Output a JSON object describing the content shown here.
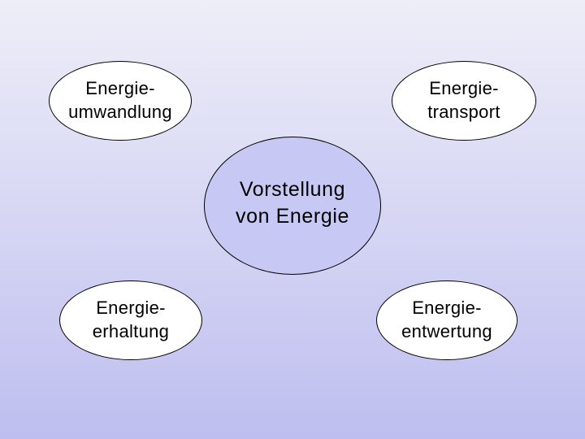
{
  "diagram": {
    "center": {
      "line1": "Vorstellung",
      "line2": "von Energie"
    },
    "nodes": {
      "top_left": {
        "line1": "Energie-",
        "line2": "umwandlung"
      },
      "top_right": {
        "line1": "Energie-",
        "line2": "transport"
      },
      "bottom_left": {
        "line1": "Energie-",
        "line2": "erhaltung"
      },
      "bottom_right": {
        "line1": "Energie-",
        "line2": "entwertung"
      }
    }
  },
  "colors": {
    "background_top": "#eeeef8",
    "background_bottom": "#bebef0",
    "center_fill": "#c8c8f4",
    "node_fill": "#ffffff",
    "outline": "#000000"
  }
}
